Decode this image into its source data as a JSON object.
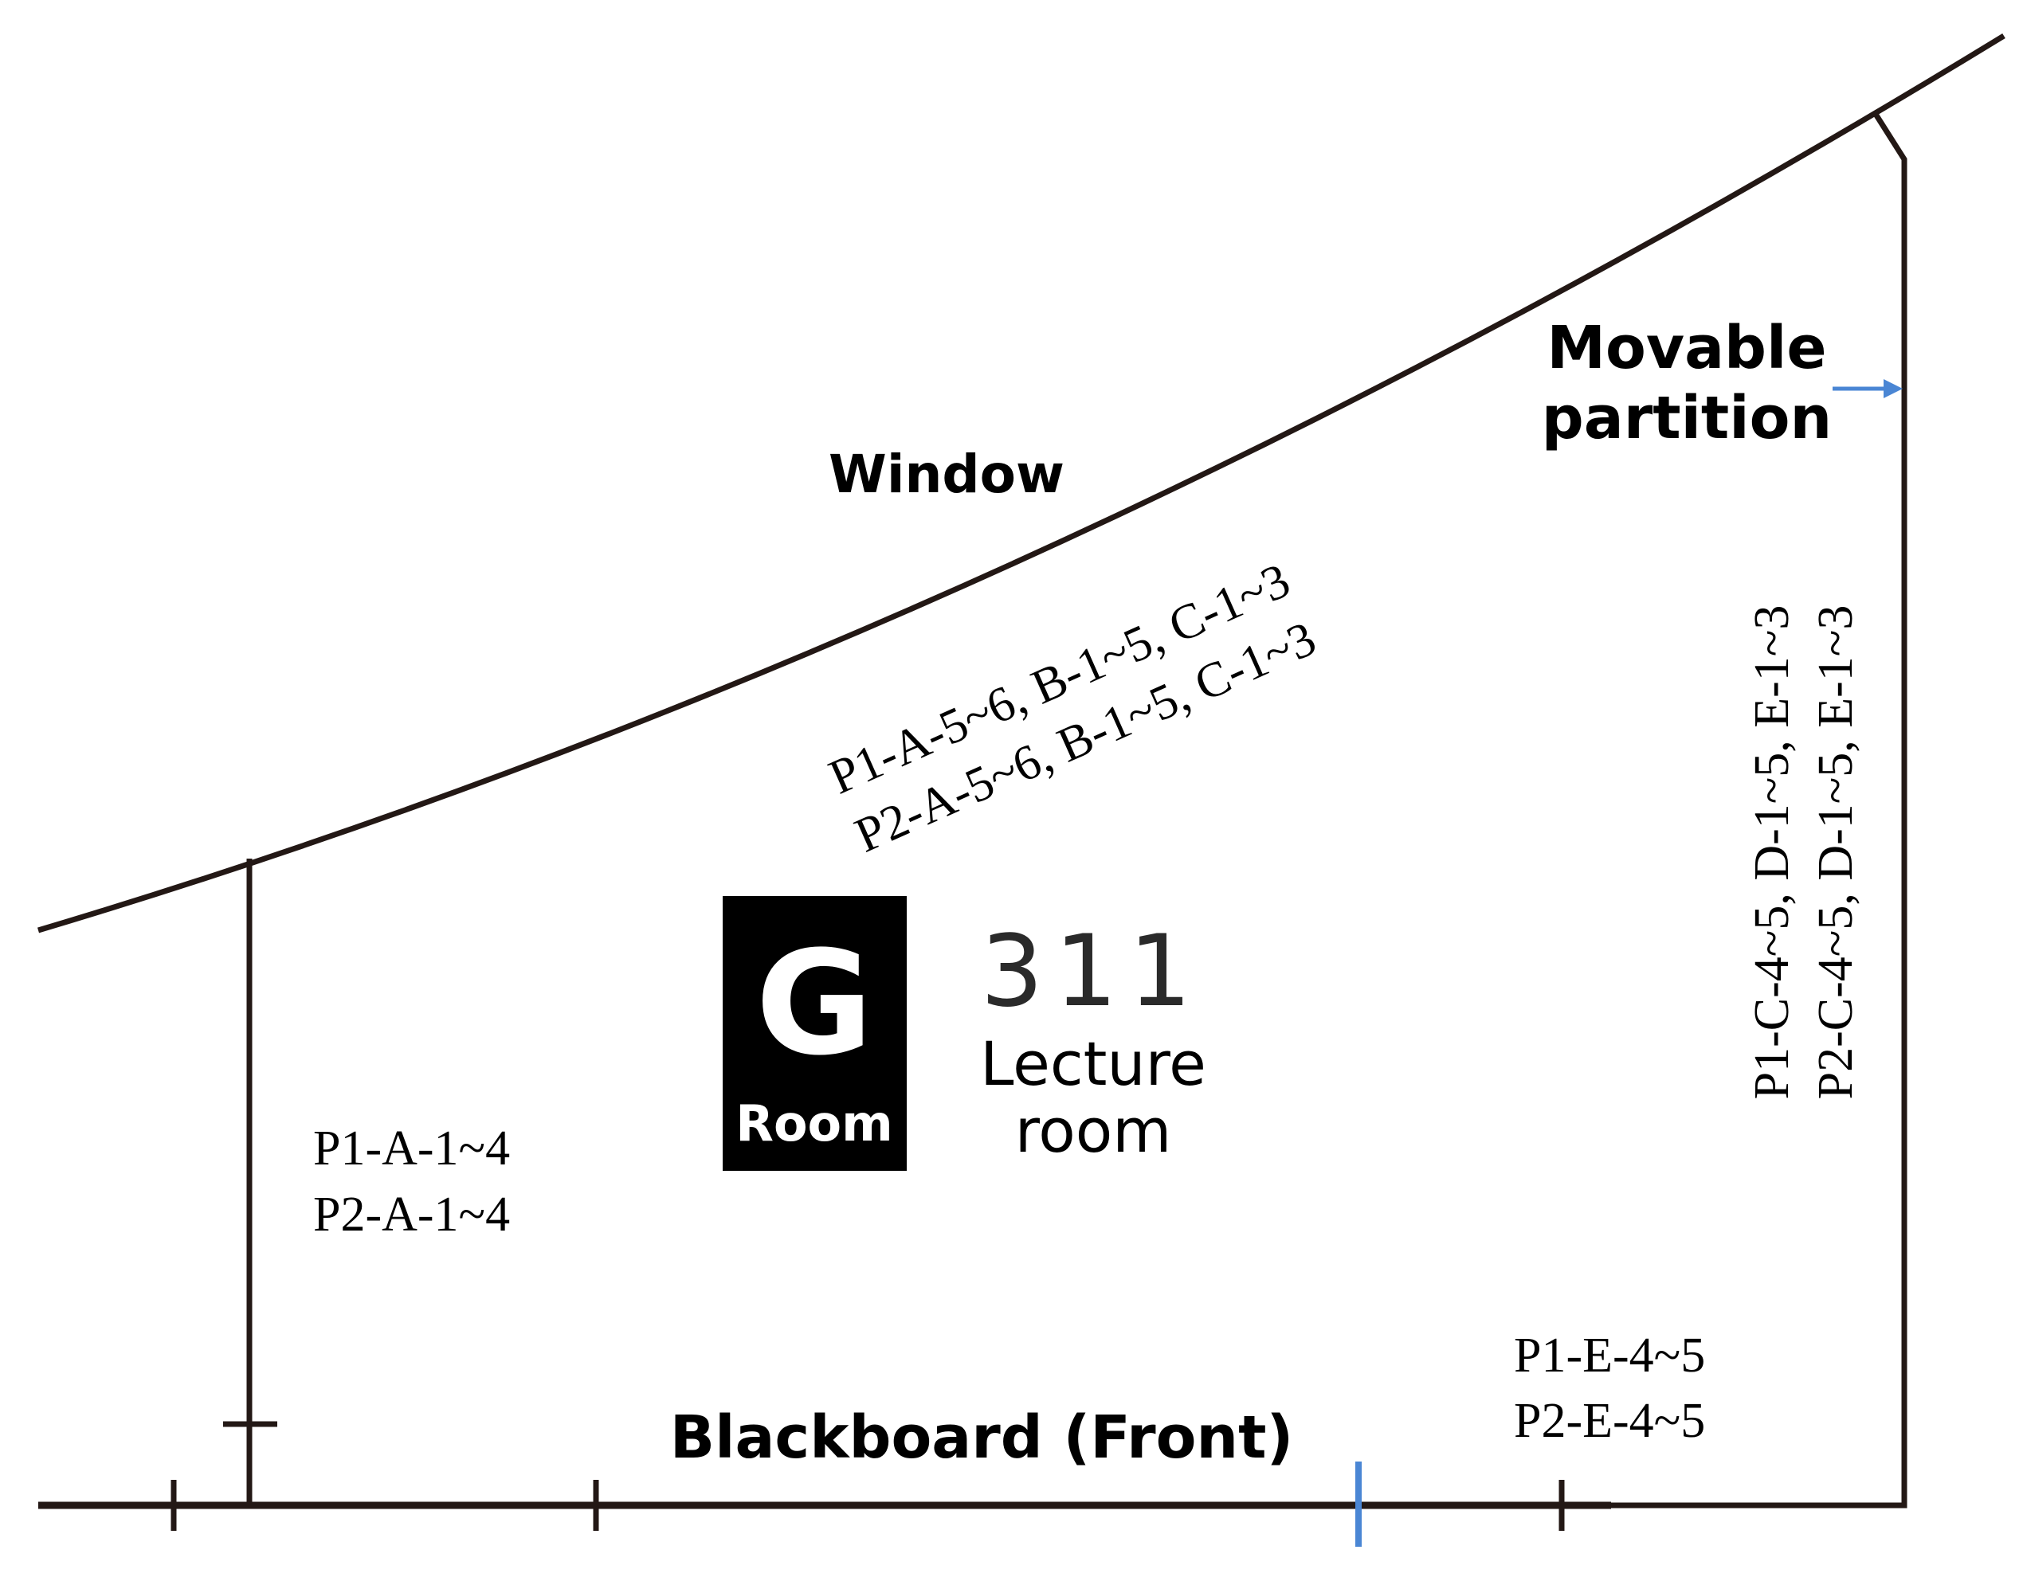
{
  "labels": {
    "window": "Window",
    "movable_partition_line1": "Movable",
    "movable_partition_line2": "partition",
    "blackboard": "Blackboard (Front)",
    "room_letter": "G",
    "room_word": "Room",
    "room_number": "311",
    "room_type_line1": "Lecture",
    "room_type_line2": "room"
  },
  "zones": {
    "window_side_line1": "P1-A-5~6, B-1~5, C-1~3",
    "window_side_line2": "P2-A-5~6, B-1~5, C-1~3",
    "left_line1": "P1-A-1~4",
    "left_line2": "P2-A-1~4",
    "right_line1": "P1-C-4~5, D-1~5, E-1~3",
    "right_line2": "P2-C-4~5, D-1~5, E-1~3",
    "front_right_line1": "P1-E-4~5",
    "front_right_line2": "P2-E-4~5"
  },
  "colors": {
    "wall": "#231815",
    "accent_blue": "#4a86d4",
    "badge_bg": "#000000",
    "badge_text": "#ffffff"
  }
}
